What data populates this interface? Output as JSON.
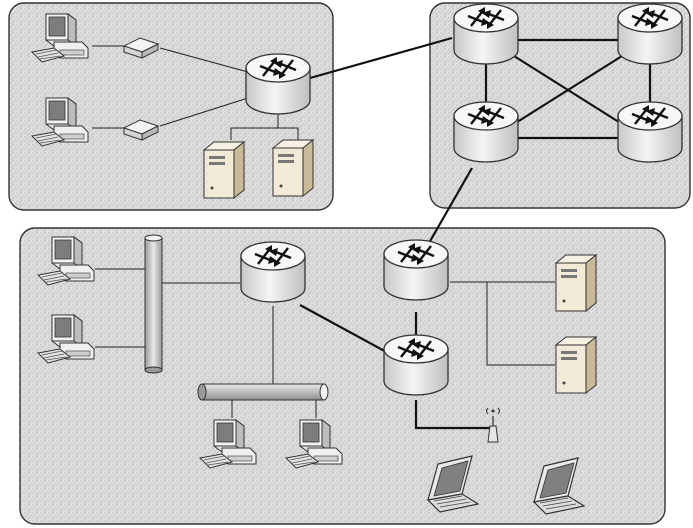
{
  "diagram": {
    "kind": "network-topology",
    "zones": [
      {
        "id": "zone-top-left",
        "devices": [
          "workstation",
          "workstation",
          "modem",
          "modem",
          "router",
          "server",
          "server"
        ]
      },
      {
        "id": "zone-top-right",
        "devices": [
          "router",
          "router",
          "router",
          "router"
        ]
      },
      {
        "id": "zone-bottom",
        "devices": [
          "workstation",
          "workstation",
          "workstation",
          "workstation",
          "bus-segment",
          "bus-segment",
          "router",
          "router",
          "router",
          "server",
          "server",
          "wireless-access-point",
          "laptop",
          "laptop"
        ]
      }
    ],
    "icons": {
      "router": "router-icon",
      "workstation": "workstation-icon",
      "server": "server-icon",
      "modem": "modem-icon",
      "laptop": "laptop-icon",
      "access_point": "wireless-access-point-icon",
      "bus": "bus-segment"
    },
    "colors": {
      "zone_fill": "#dcdcdc",
      "zone_border": "#333333",
      "router_body": "#e6e6e6",
      "router_top": "#f8f8f8",
      "link": "#111111",
      "server_front": "#f1ead7",
      "server_side": "#c9bb98",
      "screen": "#7d7d7d"
    }
  }
}
